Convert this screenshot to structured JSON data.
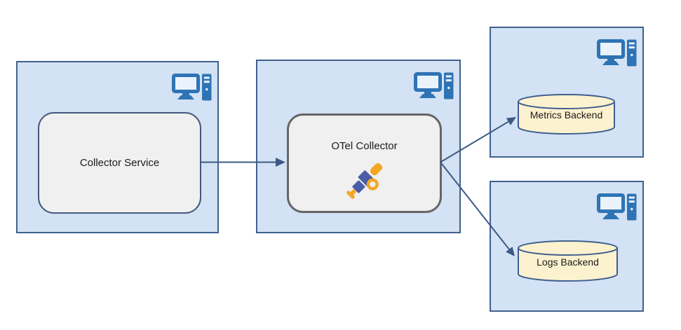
{
  "diagram": {
    "nodes": {
      "collector_service": {
        "label": "Collector Service",
        "shape": "rounded-rectangle",
        "host_icon": "computer-icon"
      },
      "otel_collector": {
        "label": "OTel Collector",
        "shape": "rounded-rectangle",
        "icon": "telescope-icon",
        "host_icon": "computer-icon"
      },
      "metrics_backend": {
        "label": "Metrics Backend",
        "shape": "cylinder",
        "host_icon": "computer-icon"
      },
      "logs_backend": {
        "label": "Logs Backend",
        "shape": "cylinder",
        "host_icon": "computer-icon"
      }
    },
    "edges": [
      {
        "from": "Collector Service",
        "to": "OTel Collector"
      },
      {
        "from": "OTel Collector",
        "to": "Metrics Backend"
      },
      {
        "from": "OTel Collector",
        "to": "Logs Backend"
      }
    ],
    "colors": {
      "container_fill": "#d3e2f4",
      "container_border": "#40618f",
      "node_fill": "#f0f0f0",
      "node_border_navy": "#42597d",
      "node_border_gray": "#666666",
      "cylinder_fill": "#fdf2cf",
      "cylinder_border": "#3f5f8f",
      "arrow": "#3d5a85",
      "computer_icon_blue": "#2e74b5",
      "telescope_orange": "#f5a623",
      "telescope_blue": "#4a5da8"
    }
  }
}
